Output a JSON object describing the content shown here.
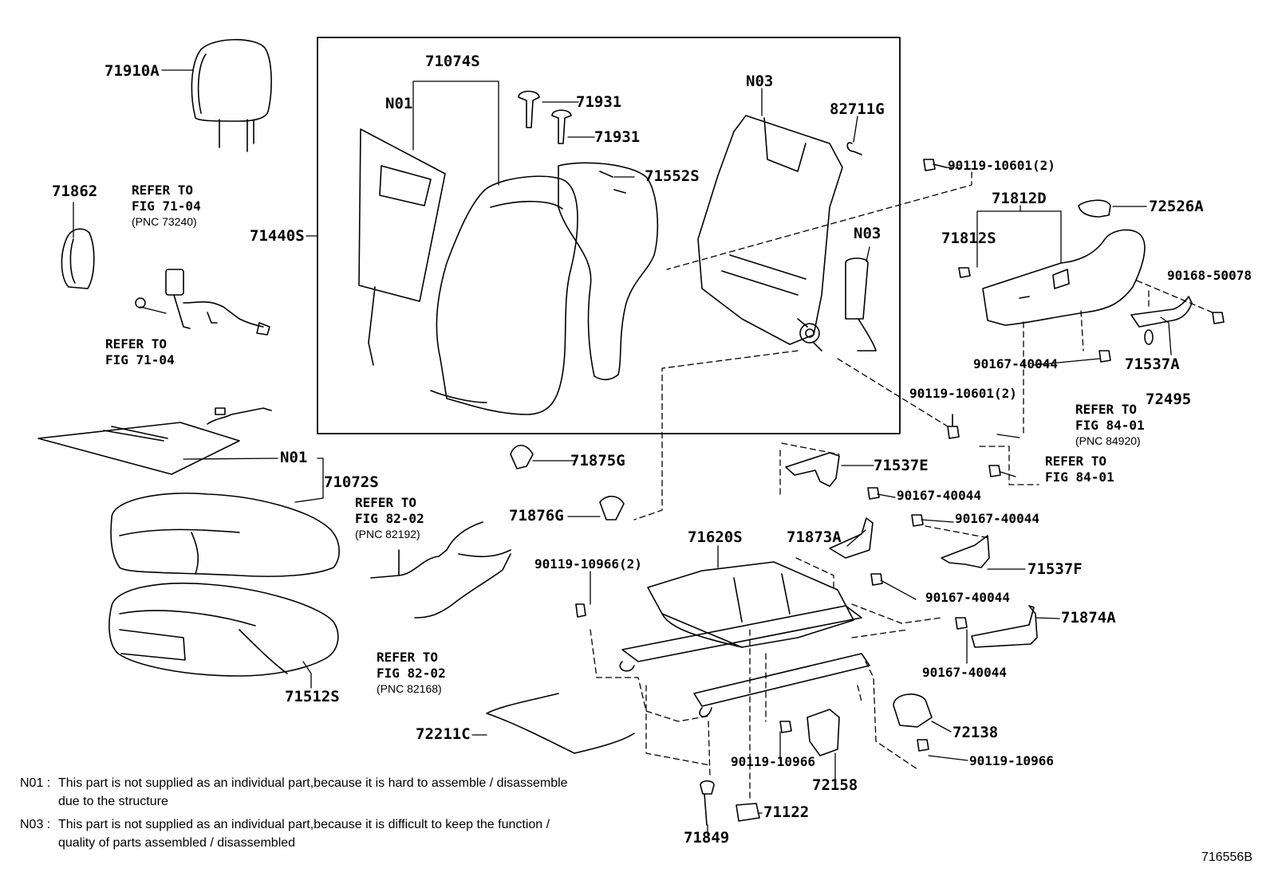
{
  "figure_id": "716556B",
  "labels": {
    "p71910A": "71910A",
    "p71074S": "71074S",
    "pN01a": "N01",
    "p71931a": "71931",
    "p71931b": "71931",
    "pN03a": "N03",
    "p82711G": "82711G",
    "p71552S": "71552S",
    "p71440S": "71440S",
    "pN03b": "N03",
    "p71862": "71862",
    "p90119_10601a": "90119-10601(2)",
    "p71812D": "71812D",
    "p72526A": "72526A",
    "p71812S": "71812S",
    "p90168_50078": "90168-50078",
    "p90167_40044a": "90167-40044",
    "p71537A": "71537A",
    "p72495": "72495",
    "p90119_10601b": "90119-10601(2)",
    "pN01b": "N01",
    "p71072S": "71072S",
    "p71875G": "71875G",
    "p71537E": "71537E",
    "p90167_40044b": "90167-40044",
    "p71876G": "71876G",
    "p90167_40044c": "90167-40044",
    "p71620S": "71620S",
    "p71873A": "71873A",
    "p71537F": "71537F",
    "p90119_10966a": "90119-10966(2)",
    "p90167_40044d": "90167-40044",
    "p71874A": "71874A",
    "p90167_40044e": "90167-40044",
    "p71512S": "71512S",
    "p72138": "72138",
    "p72211C": "72211C",
    "p90119_10966b": "90119-10966",
    "p90119_10966c": "90119-10966",
    "p72158": "72158",
    "p71122": "71122",
    "p71849": "71849"
  },
  "refs": {
    "r1": {
      "line1": "REFER TO",
      "line2": "FIG 71-04",
      "pnc": "(PNC 73240)"
    },
    "r2": {
      "line1": "REFER TO",
      "line2": "FIG 71-04"
    },
    "r3": {
      "line1": "REFER TO",
      "line2": "FIG 84-01",
      "pnc": "(PNC 84920)"
    },
    "r4": {
      "line1": "REFER TO",
      "line2": "FIG 84-01"
    },
    "r5": {
      "line1": "REFER TO",
      "line2": "FIG 82-02",
      "pnc": "(PNC 82192)"
    },
    "r6": {
      "line1": "REFER TO",
      "line2": "FIG 82-02",
      "pnc": "(PNC 82168)"
    }
  },
  "notes": {
    "n01": {
      "code": "N01 :",
      "line1": "This part is not supplied as an individual part,because it is hard to assemble / disassemble",
      "line2": "due to the structure"
    },
    "n03": {
      "code": "N03 :",
      "line1": "This part is not supplied as an individual part,because it is difficult to keep the function /",
      "line2": "quality of parts assembled / disassembled"
    }
  }
}
